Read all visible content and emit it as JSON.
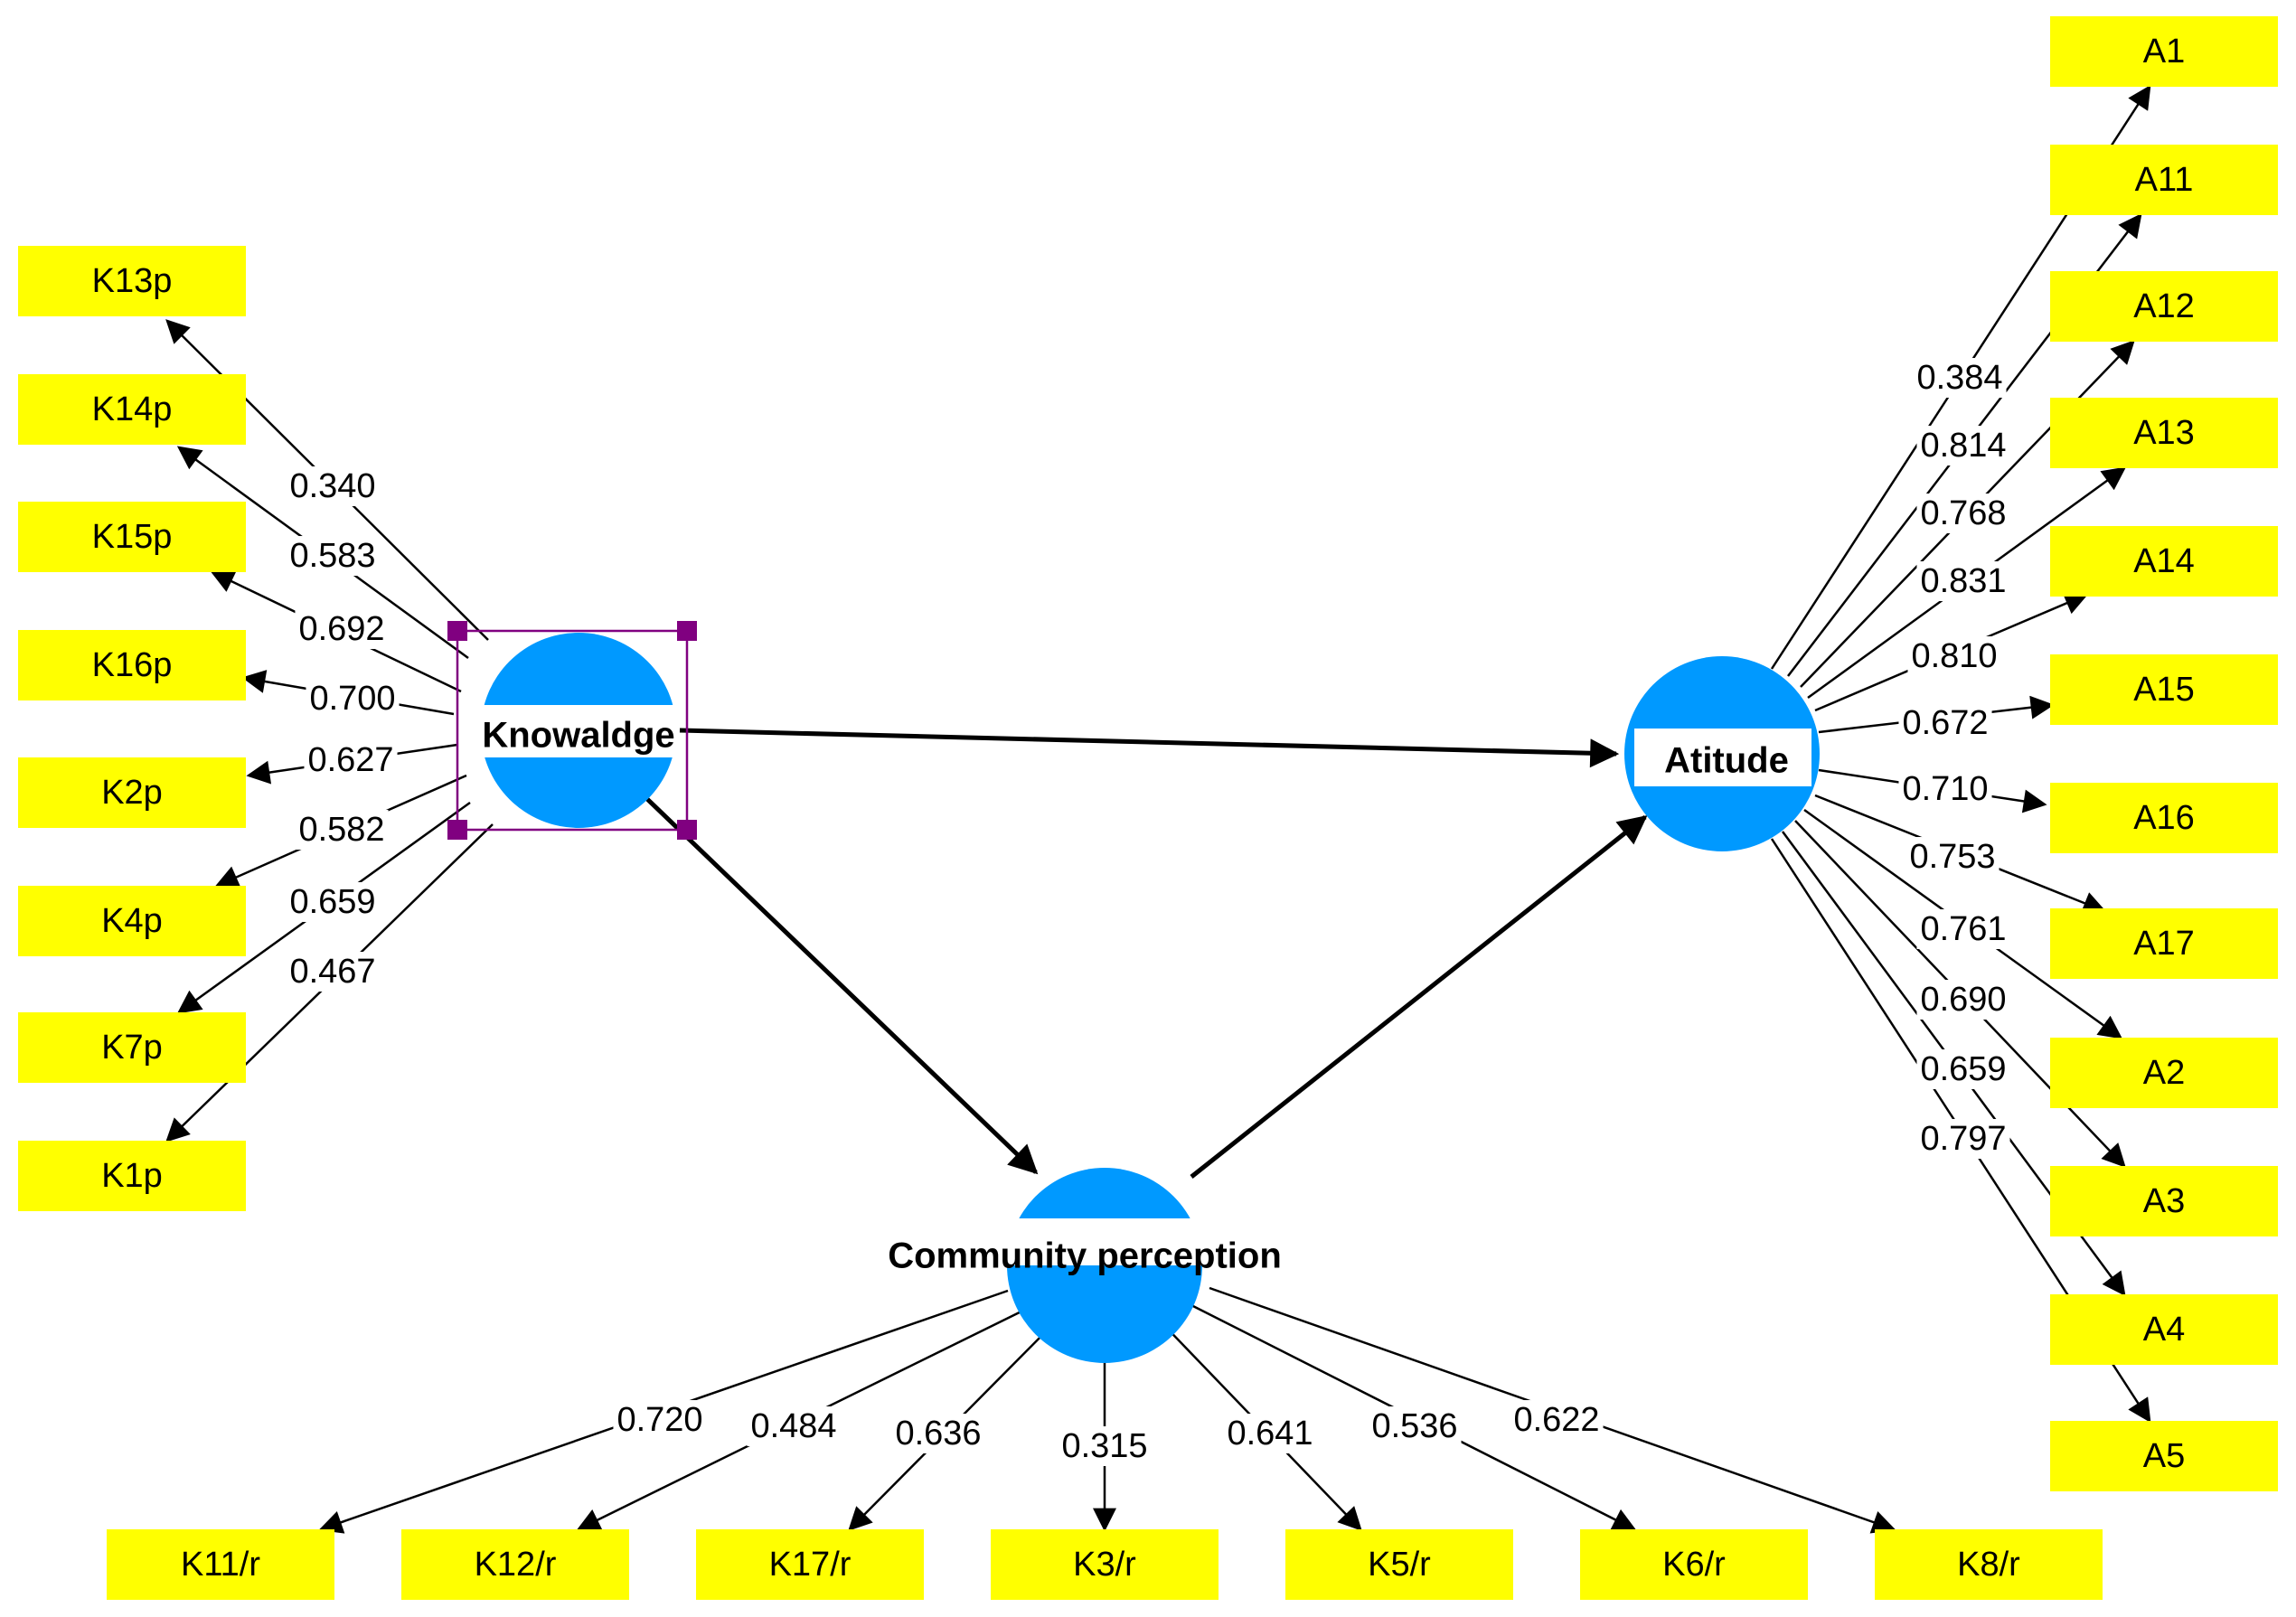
{
  "latent": {
    "knowledge": "Knowaldge",
    "attitude": "Atitude",
    "community": "Community perception"
  },
  "knowledge_indicators": [
    {
      "label": "K13p",
      "loading": "0.340"
    },
    {
      "label": "K14p",
      "loading": "0.583"
    },
    {
      "label": "K15p",
      "loading": "0.692"
    },
    {
      "label": "K16p",
      "loading": "0.700"
    },
    {
      "label": "K2p",
      "loading": "0.627"
    },
    {
      "label": "K4p",
      "loading": "0.582"
    },
    {
      "label": "K7p",
      "loading": "0.659"
    },
    {
      "label": "K1p",
      "loading": "0.467"
    }
  ],
  "attitude_indicators": [
    {
      "label": "A1",
      "loading": "0.384"
    },
    {
      "label": "A11",
      "loading": "0.814"
    },
    {
      "label": "A12",
      "loading": "0.768"
    },
    {
      "label": "A13",
      "loading": "0.831"
    },
    {
      "label": "A14",
      "loading": "0.810"
    },
    {
      "label": "A15",
      "loading": "0.672"
    },
    {
      "label": "A16",
      "loading": "0.710"
    },
    {
      "label": "A17",
      "loading": "0.753"
    },
    {
      "label": "A2",
      "loading": "0.761"
    },
    {
      "label": "A3",
      "loading": "0.690"
    },
    {
      "label": "A4",
      "loading": "0.659"
    },
    {
      "label": "A5",
      "loading": "0.797"
    }
  ],
  "community_indicators": [
    {
      "label": "K11/r",
      "loading": "0.720"
    },
    {
      "label": "K12/r",
      "loading": "0.484"
    },
    {
      "label": "K17/r",
      "loading": "0.636"
    },
    {
      "label": "K3/r",
      "loading": "0.315"
    },
    {
      "label": "K5/r",
      "loading": "0.641"
    },
    {
      "label": "K6/r",
      "loading": "0.536"
    },
    {
      "label": "K8/r",
      "loading": "0.622"
    }
  ],
  "colors": {
    "indicator_fill": "#ffff00",
    "latent_fill": "#0099ff",
    "selection": "#800080"
  }
}
